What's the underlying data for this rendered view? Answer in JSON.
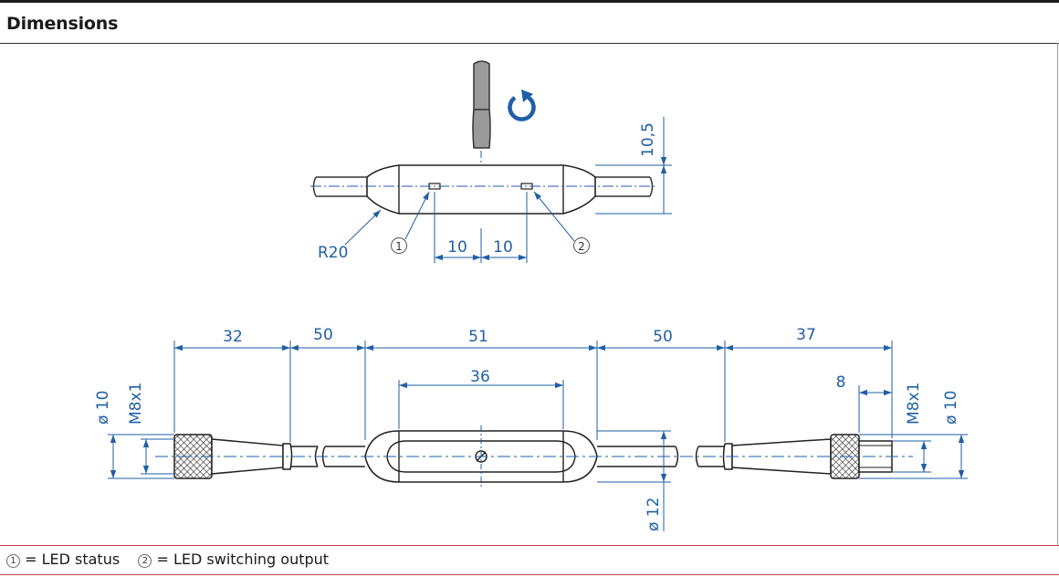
{
  "header": {
    "title": "Dimensions"
  },
  "top_view": {
    "dims": {
      "height": "10,5",
      "radius": "R20",
      "spacing_1": "10",
      "spacing_2": "10"
    },
    "callouts": {
      "one": "1",
      "two": "2"
    }
  },
  "side_view": {
    "dims": {
      "conn_left_len": "32",
      "cable_left_len": "50",
      "body_len": "51",
      "cable_right_len": "50",
      "conn_right_len": "37",
      "slot_len": "36",
      "thread_len": "8",
      "left_dia": "ø 10",
      "left_thread": "M8x1",
      "right_thread": "M8x1",
      "right_dia": "ø 10",
      "body_dia": "ø 12"
    }
  },
  "legend": {
    "item1_marker": "1",
    "item1_text": "= LED status",
    "item2_marker": "2",
    "item2_text": "= LED switching output"
  },
  "colors": {
    "dimension": "#1f5fa6",
    "outline": "#222222",
    "accent_rule": "#c2404a"
  }
}
